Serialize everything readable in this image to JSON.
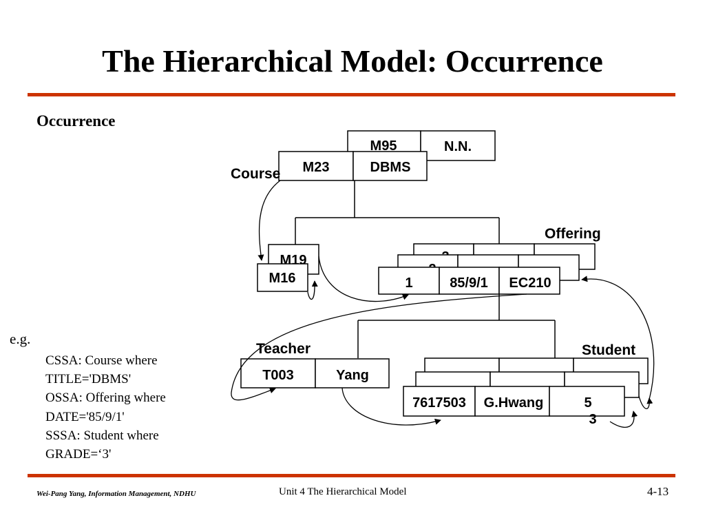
{
  "slide": {
    "title": "The Hierarchical Model: Occurrence",
    "subtitle": "Occurrence",
    "accent_color": "#cc3300",
    "example_label": "e.g.",
    "examples": [
      "CSSA: Course where",
      "TITLE='DBMS'",
      "OSSA: Offering where",
      "DATE='85/9/1'",
      "SSSA: Student where",
      "GRADE=‘3'"
    ],
    "footer": {
      "author": "Wei-Pang Yang, Information Management, NDHU",
      "unit": "Unit 4  The Hierarchical Model",
      "page": "4-13"
    }
  },
  "diagram": {
    "course": {
      "label": "Course",
      "back": [
        "M95",
        "N.N."
      ],
      "front": [
        "M23",
        "DBMS"
      ]
    },
    "prereq": {
      "back": "M19",
      "front": "M16"
    },
    "offering": {
      "label": "Offering",
      "back_num": "3",
      "mid_num": "2",
      "front": [
        "1",
        "85/9/1",
        "EC210"
      ]
    },
    "teacher": {
      "label": "Teacher",
      "fields": [
        "T003",
        "Yang"
      ]
    },
    "student": {
      "label": "Student",
      "front": [
        "7617503",
        "G.Hwang",
        "5"
      ],
      "extra": "3"
    }
  }
}
